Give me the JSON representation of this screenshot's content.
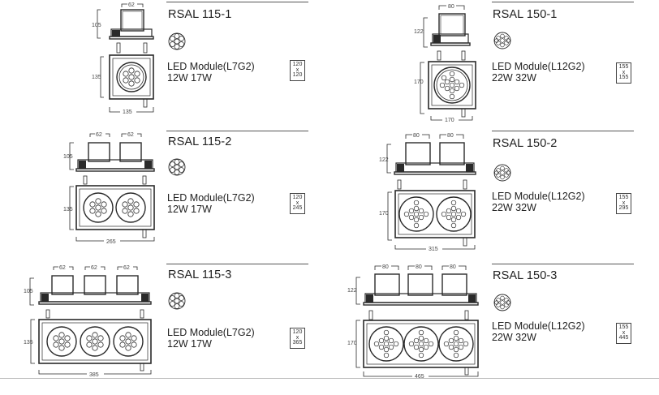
{
  "products": [
    {
      "model": "RSAL 115-1",
      "module": "LED Module(L7G2)",
      "watt": "12W 17W",
      "cutout": [
        "120",
        "x",
        "120"
      ],
      "dims": {
        "height": "105",
        "face": "135",
        "width": "135",
        "trim": [
          "62"
        ]
      }
    },
    {
      "model": "RSAL 150-1",
      "module": "LED Module(L12G2)",
      "watt": "22W 32W",
      "cutout": [
        "155",
        "x",
        "155"
      ],
      "dims": {
        "height": "122",
        "face": "170",
        "width": "170",
        "trim": [
          "80"
        ]
      }
    },
    {
      "model": "RSAL 115-2",
      "module": "LED Module(L7G2)",
      "watt": "12W 17W",
      "cutout": [
        "120",
        "x",
        "245"
      ],
      "dims": {
        "height": "105",
        "face": "135",
        "width": "265",
        "trim": [
          "62",
          "62"
        ]
      }
    },
    {
      "model": "RSAL 150-2",
      "module": "LED Module(L12G2)",
      "watt": "22W 32W",
      "cutout": [
        "155",
        "x",
        "295"
      ],
      "dims": {
        "height": "122",
        "face": "170",
        "width": "315",
        "trim": [
          "80",
          "80"
        ]
      }
    },
    {
      "model": "RSAL 115-3",
      "module": "LED Module(L7G2)",
      "watt": "12W 17W",
      "cutout": [
        "120",
        "x",
        "365"
      ],
      "dims": {
        "height": "105",
        "face": "135",
        "width": "385",
        "trim": [
          "62",
          "62",
          "62"
        ]
      }
    },
    {
      "model": "RSAL 150-3",
      "module": "LED Module(L12G2)",
      "watt": "22W 32W",
      "cutout": [
        "155",
        "x",
        "445"
      ],
      "dims": {
        "height": "122",
        "face": "170",
        "width": "465",
        "trim": [
          "80",
          "80",
          "80"
        ]
      }
    }
  ]
}
